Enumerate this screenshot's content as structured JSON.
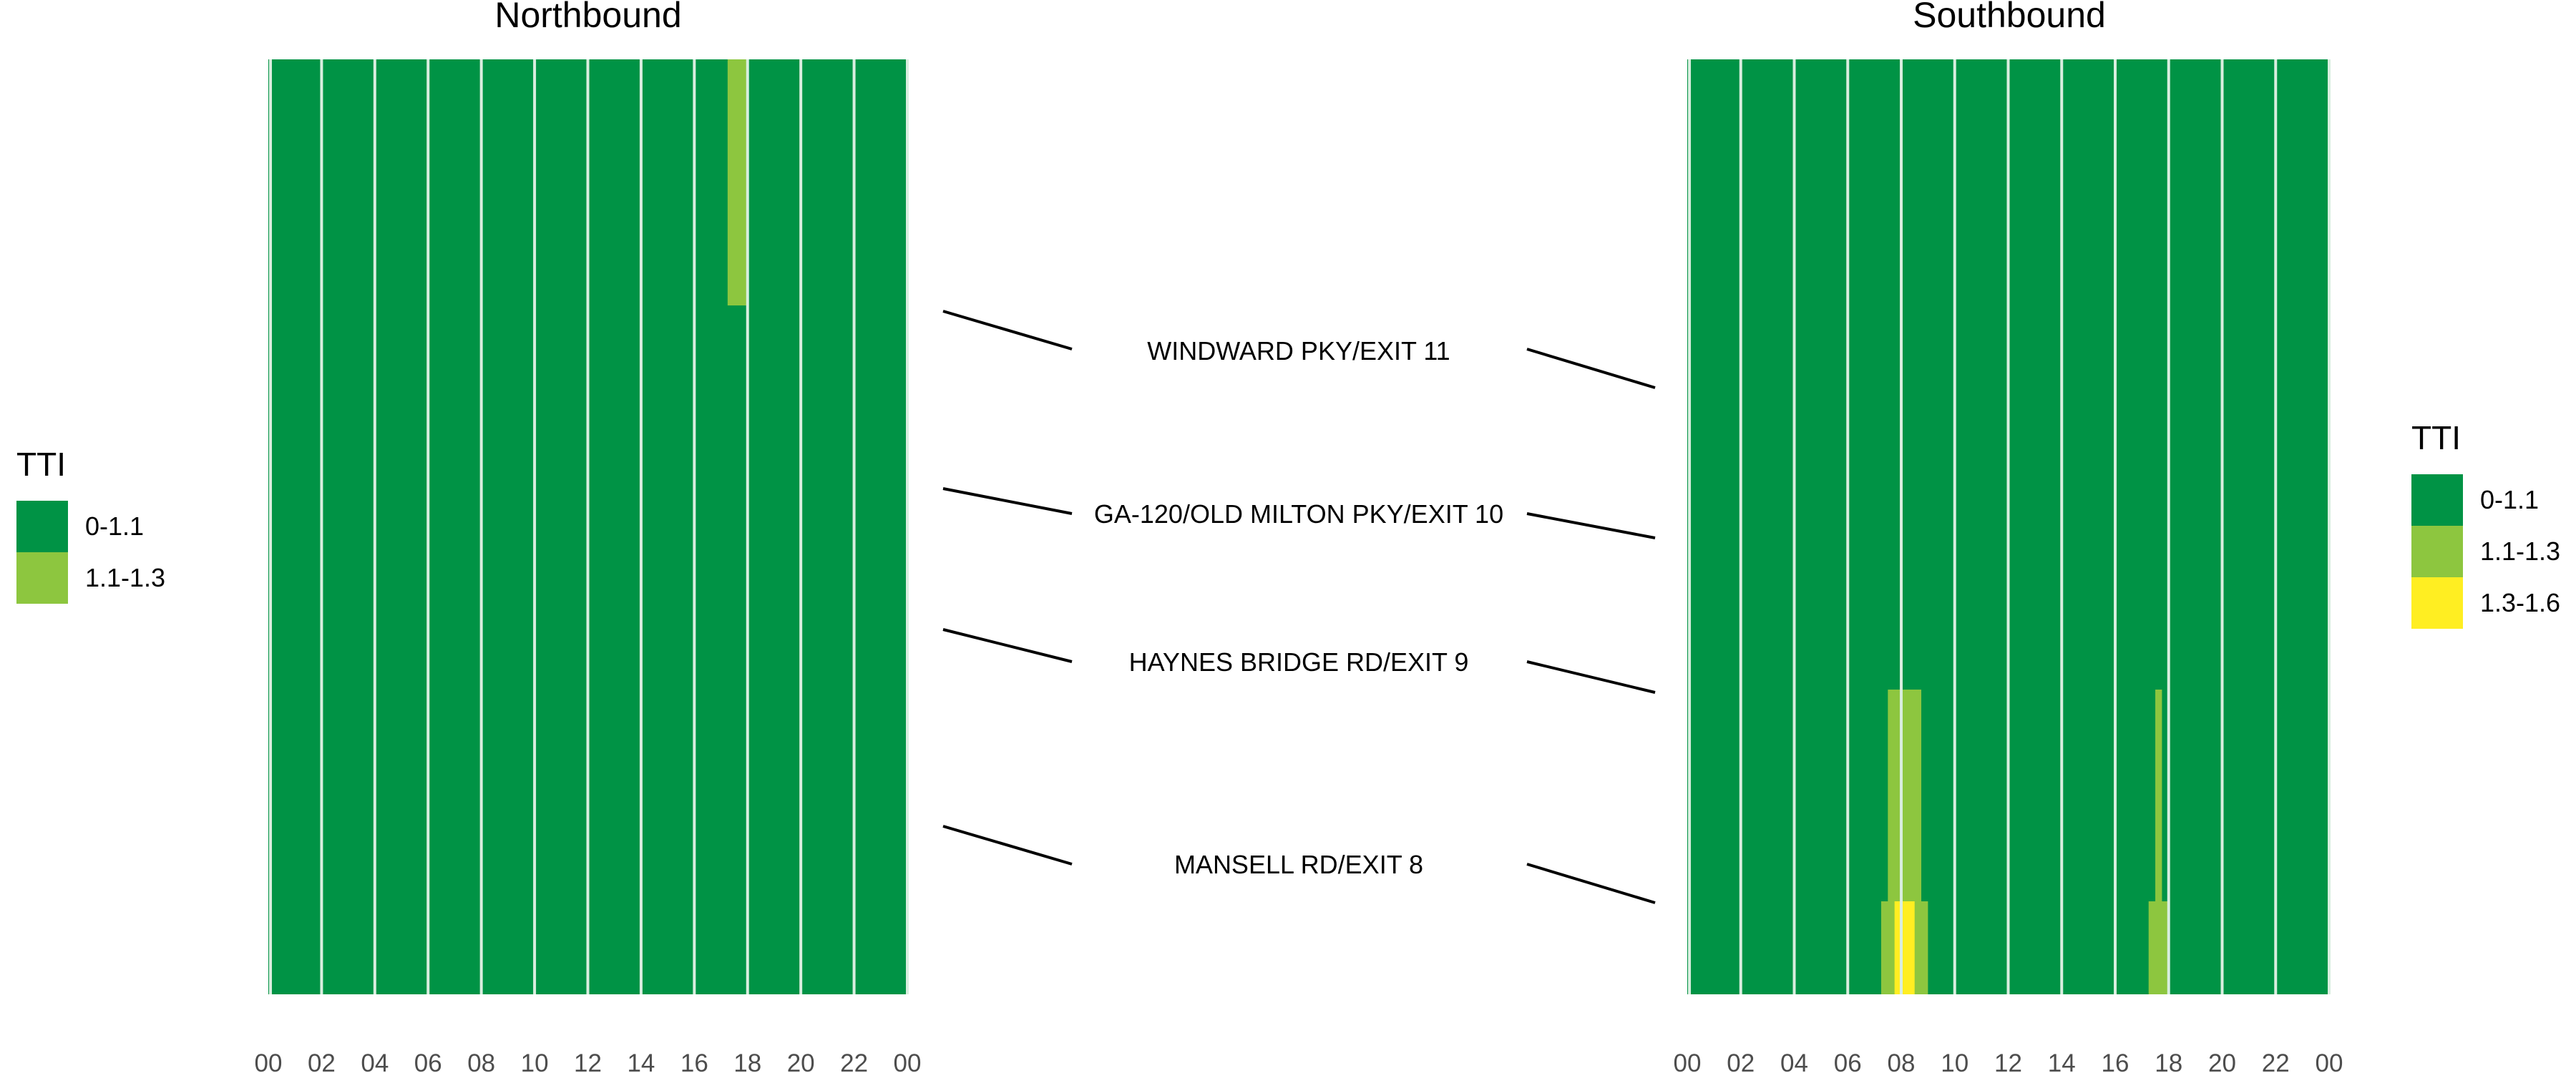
{
  "colors": {
    "c0": "#009345",
    "c1": "#8DC63F",
    "c2": "#FFEE22",
    "grid": "#D9EEDF",
    "text": "#000000",
    "tick": "#4D4D4D"
  },
  "chart_data": [
    {
      "type": "heatmap",
      "panel": "Northbound",
      "title": "Northbound",
      "x_tick_labels": [
        "00",
        "02",
        "04",
        "06",
        "08",
        "10",
        "12",
        "14",
        "16",
        "18",
        "20",
        "22",
        "00"
      ],
      "x_range_hours": [
        0,
        24
      ],
      "legend": {
        "title": "TTI",
        "placement": "left",
        "entries": [
          {
            "label": "0-1.1",
            "color_key": "c0"
          },
          {
            "label": "1.1-1.3",
            "color_key": "c1"
          }
        ]
      },
      "base_level": "0-1.1",
      "cells": [
        {
          "hour_start": 17.25,
          "hour_end": 18.0,
          "from": "top",
          "to": "WINDWARD PKY/EXIT 11",
          "level": "1.1-1.3"
        }
      ]
    },
    {
      "type": "heatmap",
      "panel": "Southbound",
      "title": "Southbound",
      "x_tick_labels": [
        "00",
        "02",
        "04",
        "06",
        "08",
        "10",
        "12",
        "14",
        "16",
        "18",
        "20",
        "22",
        "00"
      ],
      "x_range_hours": [
        0,
        24
      ],
      "legend": {
        "title": "TTI",
        "placement": "right",
        "entries": [
          {
            "label": "0-1.1",
            "color_key": "c0"
          },
          {
            "label": "1.1-1.3",
            "color_key": "c1"
          },
          {
            "label": "1.3-1.6",
            "color_key": "c2"
          }
        ]
      },
      "base_level": "0-1.1",
      "cells": [
        {
          "hour_start": 7.5,
          "hour_end": 8.75,
          "from": "HAYNES BRIDGE RD/EXIT 9",
          "to": "MANSELL RD/EXIT 8",
          "level": "1.1-1.3"
        },
        {
          "hour_start": 7.25,
          "hour_end": 9.0,
          "from": "MANSELL RD/EXIT 8",
          "to": "bottom",
          "level": "1.1-1.3"
        },
        {
          "hour_start": 7.75,
          "hour_end": 8.5,
          "from": "MANSELL RD/EXIT 8",
          "to": "bottom",
          "level": "1.3-1.6"
        },
        {
          "hour_start": 17.5,
          "hour_end": 17.75,
          "from": "HAYNES BRIDGE RD/EXIT 9",
          "to": "MANSELL RD/EXIT 8",
          "level": "1.1-1.3"
        },
        {
          "hour_start": 17.25,
          "hour_end": 18.0,
          "from": "MANSELL RD/EXIT 8",
          "to": "bottom",
          "level": "1.1-1.3"
        }
      ]
    }
  ],
  "segments": [
    {
      "label": "WINDWARD PKY/EXIT 11"
    },
    {
      "label": "GA-120/OLD MILTON PKY/EXIT 10"
    },
    {
      "label": "HAYNES BRIDGE RD/EXIT 9"
    },
    {
      "label": "MANSELL RD/EXIT 8"
    }
  ]
}
